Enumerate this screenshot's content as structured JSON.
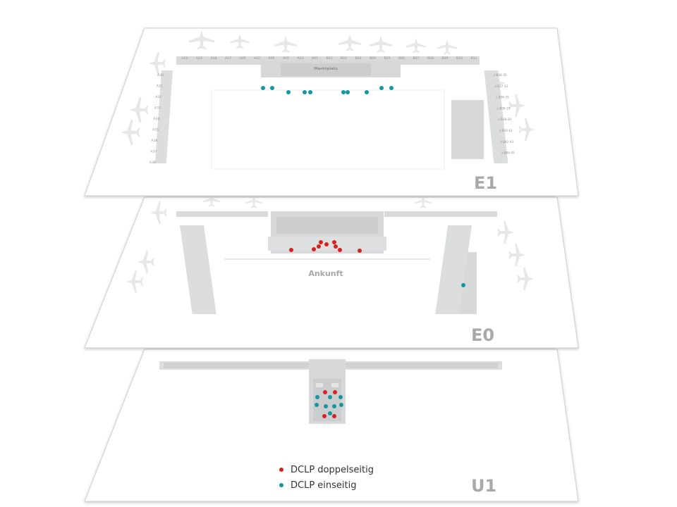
{
  "colors": {
    "doppelseitig": "#d4231e",
    "einseitig": "#1597a1",
    "plane": "#ffffff",
    "plane_edge": "#cfcfcf",
    "building": "#d9dadb",
    "building_dark": "#c3c5c6",
    "label": "#a7aaac"
  },
  "levels": {
    "e1": {
      "name": "E1",
      "marktplatz": "Marktplatz",
      "gates_top": [
        "A22",
        "A19",
        "A18",
        "A17",
        "A09",
        "A07",
        "A06",
        "A05",
        "A03",
        "A01",
        "B01",
        "B02",
        "B03",
        "B04",
        "B05",
        "B06",
        "B07",
        "B08",
        "B09",
        "B10",
        "B11"
      ],
      "gates_left": [
        "A30",
        "A31",
        "A32",
        "A33",
        "A34",
        "A35",
        "A36",
        "A37",
        "A38"
      ],
      "gates_right": [
        "z B36-35",
        "z B37-33",
        "z B36-35",
        "z B36-37",
        "z B38-39",
        "z B40-41",
        "z B42-43",
        "z B44-45"
      ]
    },
    "e0": {
      "name": "E0",
      "ankunft": "Ankunft"
    },
    "u1": {
      "name": "U1"
    }
  },
  "legend": [
    {
      "key": "doppelseitig",
      "label": "DCLP doppelseitig"
    },
    {
      "key": "einseitig",
      "label": "DCLP einseitig"
    }
  ]
}
